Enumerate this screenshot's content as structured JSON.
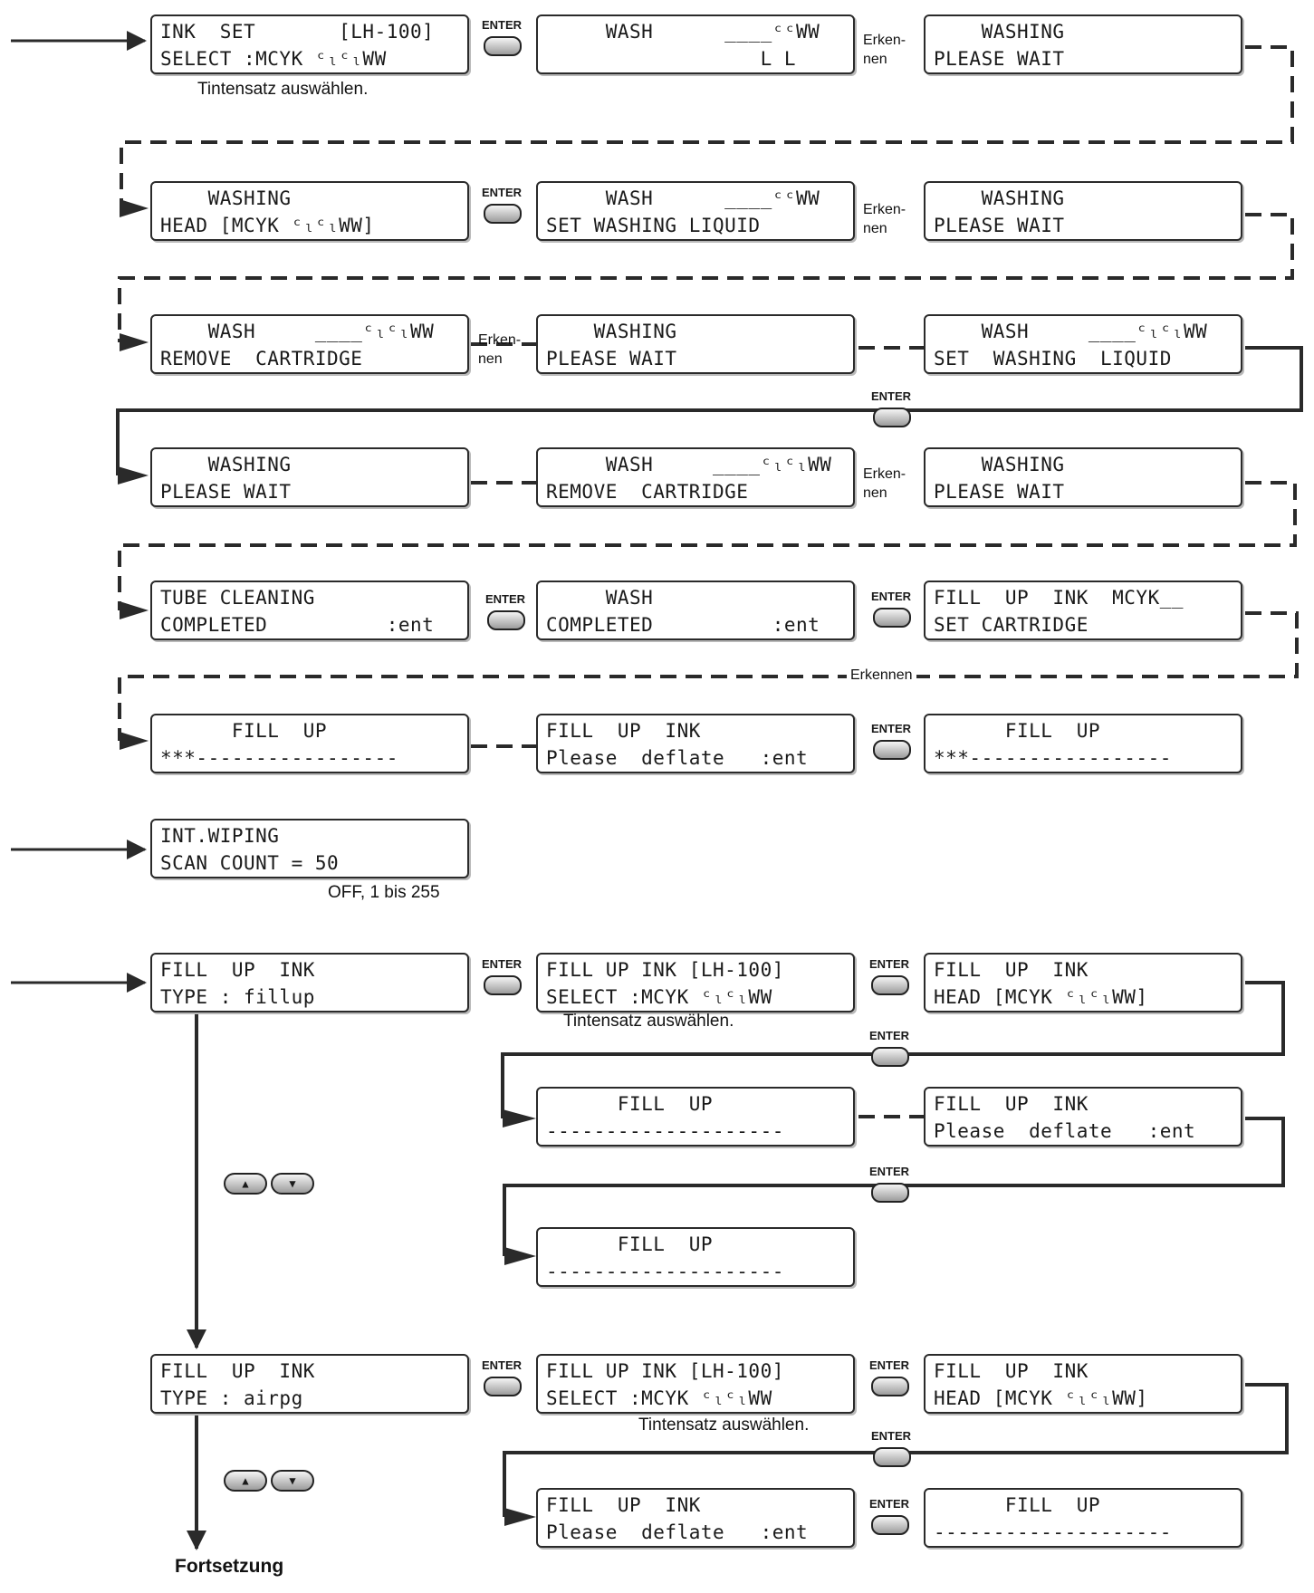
{
  "screens": [
    {
      "id": "s1",
      "l1": "INK  SET       [LH-100]",
      "l2": "SELECT :MCYK ᶜₗᶜₗWW"
    },
    {
      "id": "s2",
      "l1": "     WASH      ____ᶜᶜWW",
      "l2": "                  L L"
    },
    {
      "id": "s3",
      "l1": "    WASHING",
      "l2": "PLEASE WAIT"
    },
    {
      "id": "s4",
      "l1": "    WASHING",
      "l2": "HEAD [MCYK ᶜₗᶜₗWW]"
    },
    {
      "id": "s5",
      "l1": "     WASH      ____ᶜᶜWW",
      "l2": "SET WASHING LIQUID"
    },
    {
      "id": "s6",
      "l1": "    WASHING",
      "l2": "PLEASE WAIT"
    },
    {
      "id": "s7",
      "l1": "    WASH     ____ᶜₗᶜₗWW",
      "l2": "REMOVE  CARTRIDGE"
    },
    {
      "id": "s8",
      "l1": "    WASHING",
      "l2": "PLEASE WAIT"
    },
    {
      "id": "s9",
      "l1": "    WASH     ____ᶜₗᶜₗWW",
      "l2": "SET  WASHING  LIQUID"
    },
    {
      "id": "s10",
      "l1": "    WASHING",
      "l2": "PLEASE WAIT"
    },
    {
      "id": "s11",
      "l1": "     WASH     ____ᶜₗᶜₗWW",
      "l2": "REMOVE  CARTRIDGE"
    },
    {
      "id": "s12",
      "l1": "    WASHING",
      "l2": "PLEASE WAIT"
    },
    {
      "id": "s13",
      "l1": "TUBE CLEANING",
      "l2": "COMPLETED          :ent"
    },
    {
      "id": "s14",
      "l1": "     WASH",
      "l2": "COMPLETED          :ent"
    },
    {
      "id": "s15",
      "l1": "FILL  UP  INK  MCYK__",
      "l2": "SET CARTRIDGE"
    },
    {
      "id": "s16",
      "l1": "      FILL  UP",
      "l2": "***-----------------"
    },
    {
      "id": "s17",
      "l1": "FILL  UP  INK",
      "l2": "Please  deflate   :ent"
    },
    {
      "id": "s18",
      "l1": "      FILL  UP",
      "l2": "***-----------------"
    },
    {
      "id": "s19",
      "l1": "INT.WIPING",
      "l2": "SCAN COUNT = 50"
    },
    {
      "id": "s20",
      "l1": "FILL  UP  INK",
      "l2": "TYPE : fillup"
    },
    {
      "id": "s21",
      "l1": "FILL UP INK [LH-100]",
      "l2": "SELECT :MCYK ᶜₗᶜₗWW"
    },
    {
      "id": "s22",
      "l1": "FILL  UP  INK",
      "l2": "HEAD [MCYK ᶜₗᶜₗWW]"
    },
    {
      "id": "s23",
      "l1": "      FILL  UP",
      "l2": "--------------------"
    },
    {
      "id": "s24",
      "l1": "FILL  UP  INK",
      "l2": "Please  deflate   :ent"
    },
    {
      "id": "s25",
      "l1": "      FILL  UP",
      "l2": "--------------------"
    },
    {
      "id": "s26",
      "l1": "FILL  UP  INK",
      "l2": "TYPE : airpg"
    },
    {
      "id": "s27",
      "l1": "FILL UP INK [LH-100]",
      "l2": "SELECT :MCYK ᶜₗᶜₗWW"
    },
    {
      "id": "s28",
      "l1": "FILL  UP  INK",
      "l2": "HEAD [MCYK ᶜₗᶜₗWW]"
    },
    {
      "id": "s29",
      "l1": "FILL  UP  INK",
      "l2": "Please  deflate   :ent"
    },
    {
      "id": "s30",
      "l1": "      FILL  UP",
      "l2": "--------------------"
    }
  ],
  "enter_label": "ENTER",
  "up_icon": "triangle-up-icon",
  "down_icon": "triangle-down-icon",
  "notes": {
    "tintensatz": "Tintensatz auswählen.",
    "erkennen_split_1": "Erken-",
    "erkennen_split_2": "nen",
    "erkennen": "Erkennen",
    "range": "OFF, 1 bis 255",
    "fortsetzung": "Fortsetzung"
  }
}
